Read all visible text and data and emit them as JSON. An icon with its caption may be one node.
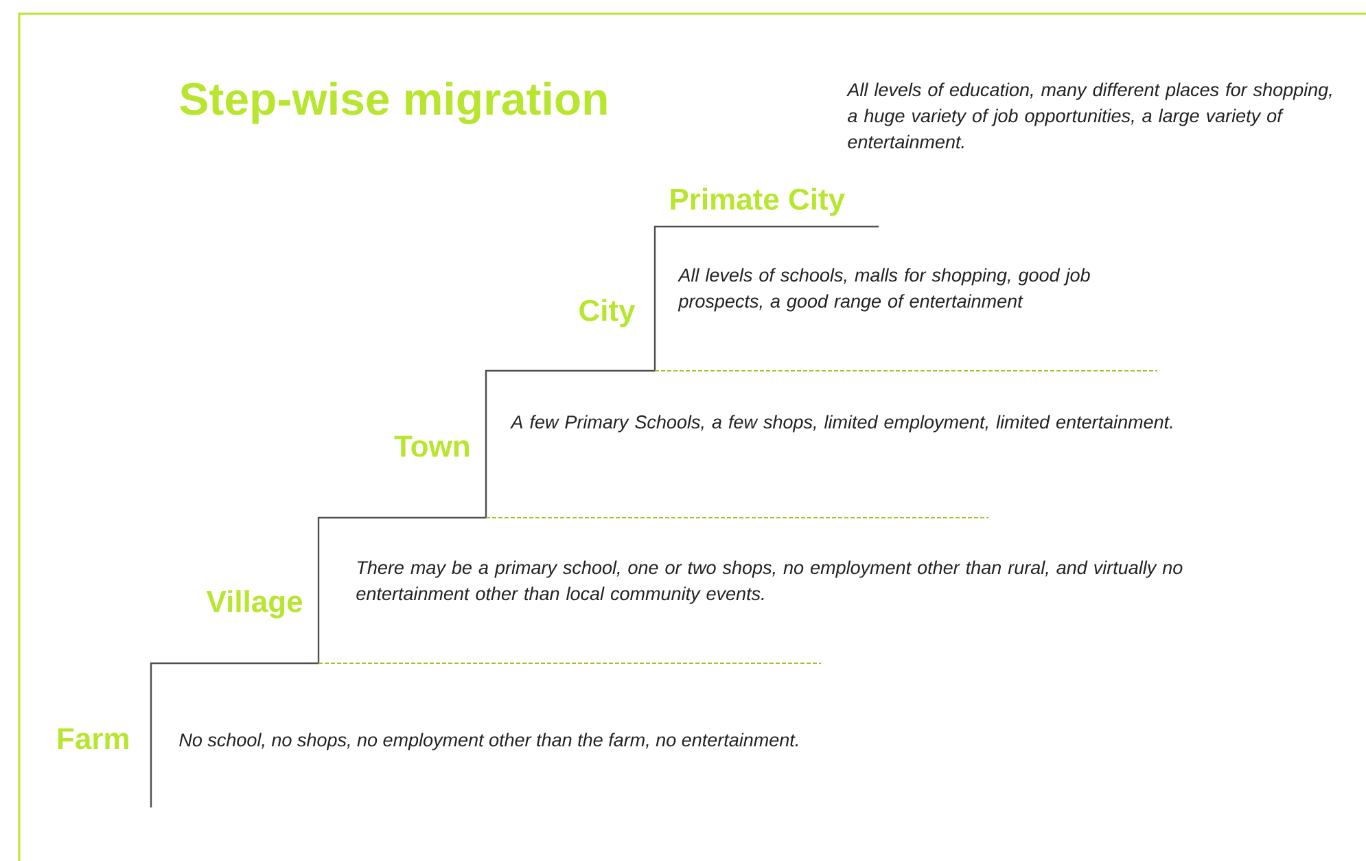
{
  "diagram": {
    "title": "Step-wise migration",
    "labels": [
      "All levels of education, many different places for shopping, a huge variety of job opportunities, a large variety of entertainment.",
      "Primate City",
      "City",
      "All levels of schools, malls for shopping, good job prospects, a good range of entertainment",
      "Town",
      "A few Primary Schools, a few shops, limited employment, limited entertainment.",
      "Village",
      "There may be a primary school, one or two shops, no employment other than rural, and virtually no entertainment other than local community events.",
      "Farm",
      "No school, no shops, no employment other than the farm, no entertainment."
    ]
  }
}
